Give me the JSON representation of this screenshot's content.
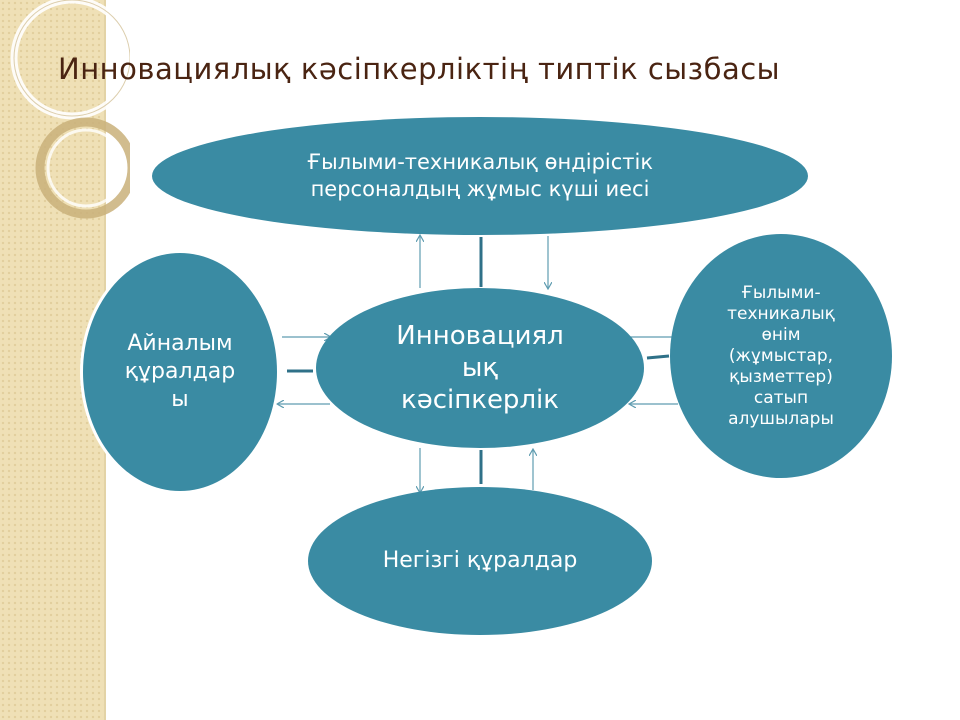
{
  "title": "Инновациялық кәсіпкерліктің типтік сызбасы",
  "nodes": {
    "top": "Ғылыми-техникалық өндірістік\nперсоналдың жұмыс күші иесі",
    "center": "Инновациял\nық\nкәсіпкерлік",
    "left": "Айналым\nқұралдар\nы",
    "right": "Ғылыми-\nтехникалық\nөнім\n(жұмыстар,\nқызметтер)\nсатып\nалушылары",
    "bottom": "Негізгі құралдар"
  },
  "colors": {
    "node_fill": "#3a8ba3",
    "arrow": "#5f9cb0",
    "connector": "#2f7188",
    "title": "#4a2412",
    "sidebar": "#efe0b6"
  }
}
